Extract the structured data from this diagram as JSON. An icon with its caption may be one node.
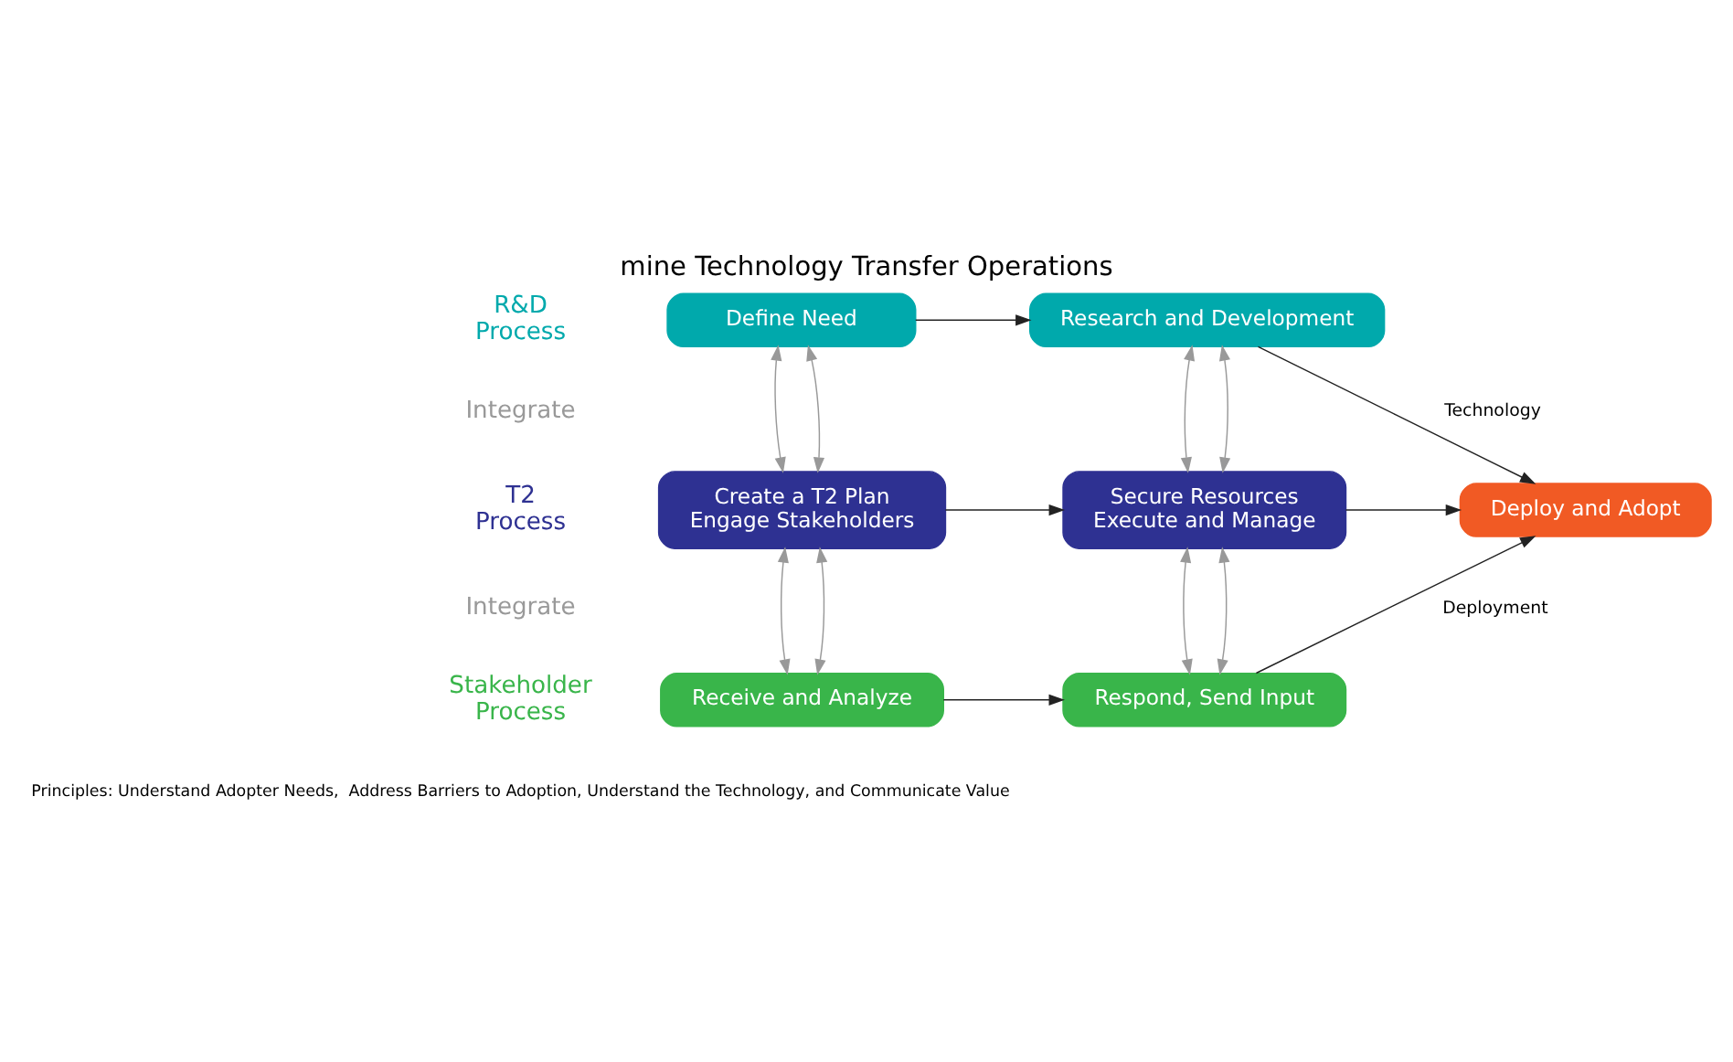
{
  "diagram": {
    "title": "mine Technology Transfer Operations",
    "nodes": [
      {
        "text": [
          "Define Need"
        ]
      },
      {
        "text": [
          "Research and Development"
        ]
      },
      {
        "text": [
          "Create a T2 Plan",
          "Engage Stakeholders"
        ]
      },
      {
        "text": [
          "Secure Resources",
          "Execute and Manage"
        ]
      },
      {
        "text": [
          "Deploy and Adopt"
        ]
      },
      {
        "text": [
          "Receive and Analyze"
        ]
      },
      {
        "text": [
          "Respond, Send Input"
        ]
      }
    ],
    "edges": [
      {
        "from": 0,
        "to": 1,
        "arrow": "to",
        "color": "#222222"
      },
      {
        "from": 1,
        "to": 4,
        "arrow": "to",
        "label": "Technology",
        "color": "#222222"
      },
      {
        "from": 0,
        "to": 2,
        "arrow": "both"
      },
      {
        "from": 0,
        "to": 2,
        "arrow": "both"
      },
      {
        "from": 1,
        "to": 3,
        "arrow": "both"
      },
      {
        "from": 1,
        "to": 3,
        "arrow": "both"
      },
      {
        "from": 2,
        "to": 3,
        "arrow": "to",
        "color": "#222222"
      },
      {
        "from": 3,
        "to": 4,
        "arrow": "to",
        "color": "#222222"
      },
      {
        "from": 2,
        "to": 5,
        "arrow": "both"
      },
      {
        "from": 2,
        "to": 5,
        "arrow": "both"
      },
      {
        "from": 3,
        "to": 6,
        "arrow": "both"
      },
      {
        "from": 3,
        "to": 6,
        "arrow": "both"
      },
      {
        "from": 5,
        "to": 6,
        "arrow": "to",
        "color": "#222222"
      },
      {
        "from": 6,
        "to": 4,
        "arrow": "to",
        "label": "Deployment",
        "color": "#222222"
      }
    ],
    "labels": [
      "R&D Process",
      "Integrate",
      "T2 Process",
      "Integrate",
      "Stakeholder Process",
      "Principles: Understand Adopter Needs,  Address Barriers to Adoption, Understand the Technology, and Communicate Value"
    ]
  }
}
